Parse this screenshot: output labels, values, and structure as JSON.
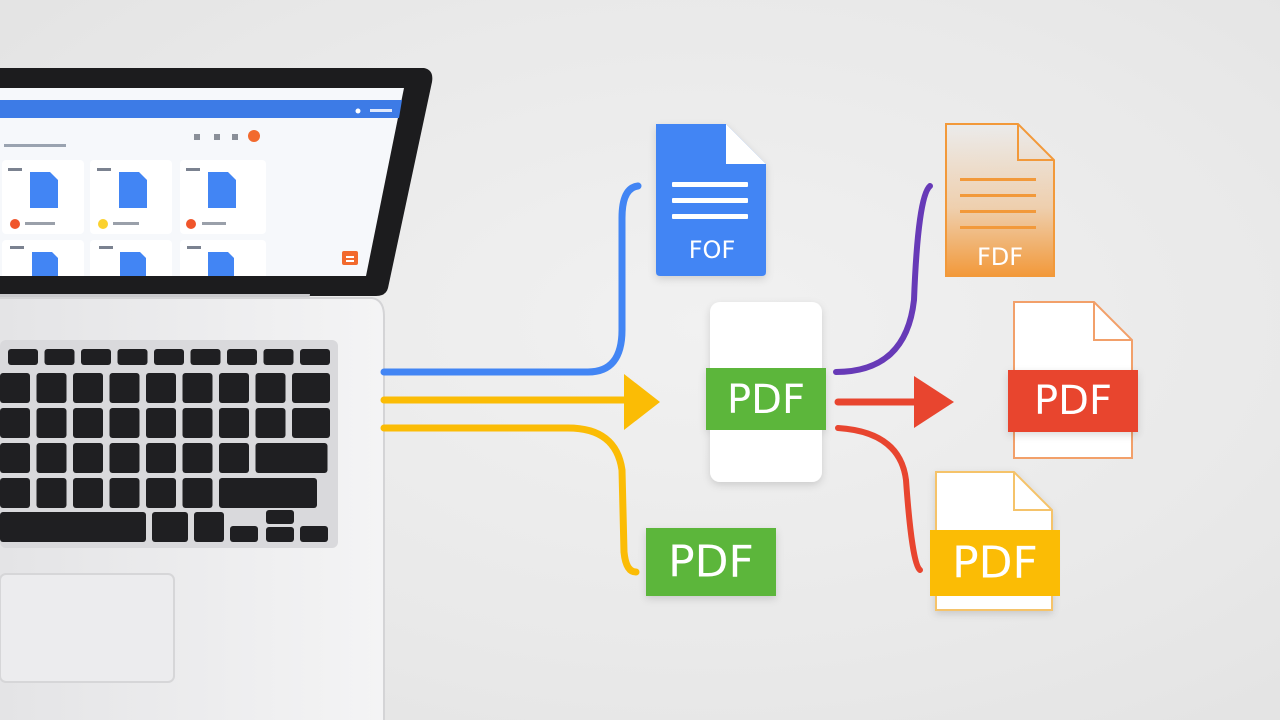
{
  "labels": {
    "docs_icon": "FOF",
    "orange_file": "FDF",
    "center_file": "PDF",
    "red_file": "PDF",
    "green_badge": "PDF",
    "yellow_file": "PDF"
  },
  "colors": {
    "blue": "#4285f4",
    "yellow": "#fbbc05",
    "green": "#5cb63a",
    "red": "#e8452f",
    "purple": "#673ab7",
    "orange": "#f2993a"
  },
  "icons": {
    "docs": "google-docs-icon",
    "arrow": "arrow-right-icon"
  }
}
